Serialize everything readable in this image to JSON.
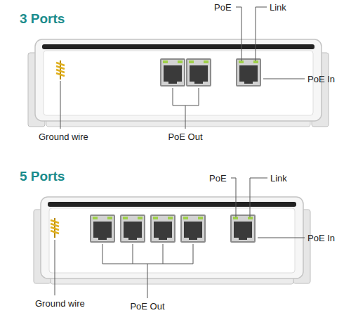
{
  "diagram": {
    "labels": [
      "3 Ports",
      "PoE",
      "Link",
      "PoE In",
      "Ground wire",
      "PoE Out",
      "5 Ports",
      "PoE",
      "Link",
      "PoE In",
      "Ground wire",
      "PoE Out"
    ]
  }
}
